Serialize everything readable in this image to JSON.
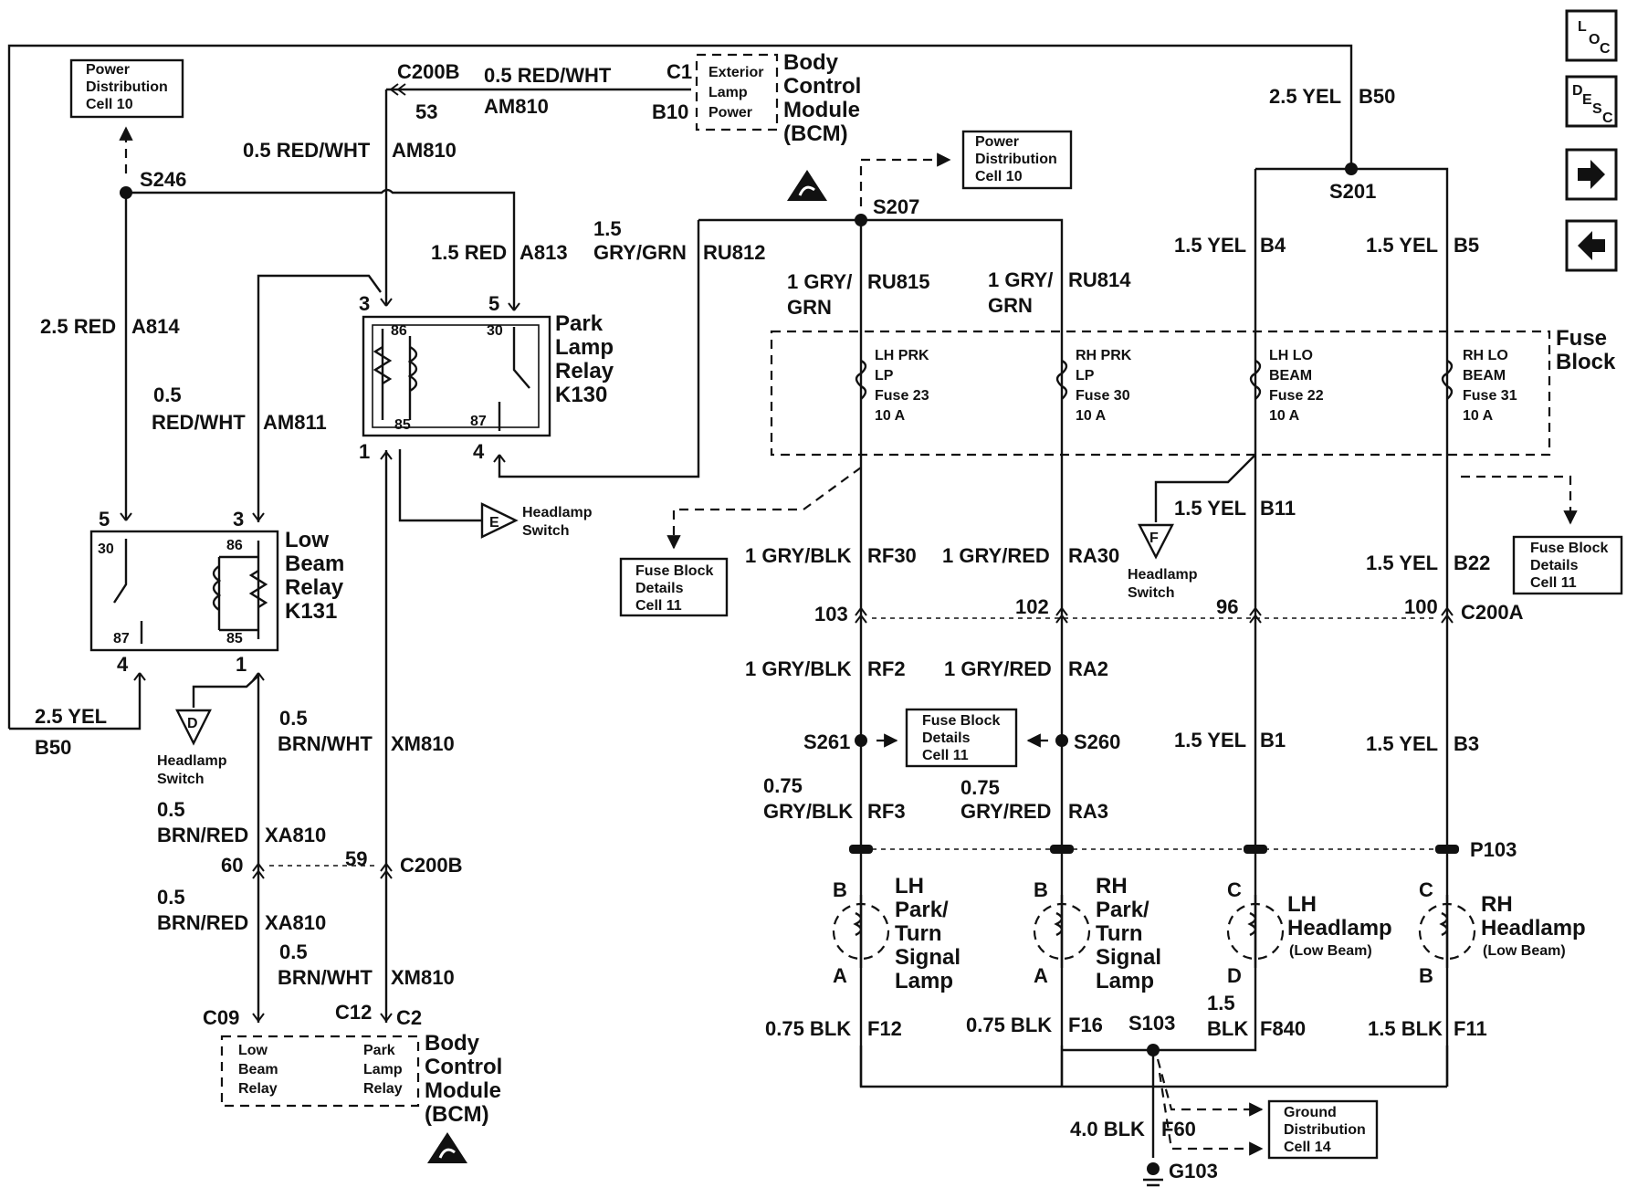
{
  "nav": {
    "loc": "LOC",
    "desc": "DESC",
    "next": "→",
    "prev": "←"
  },
  "refs": {
    "pd_cell10": [
      "Power",
      "Distribution",
      "Cell 10"
    ],
    "fb_cell11": [
      "Fuse Block",
      "Details",
      "Cell 11"
    ],
    "gd_cell14": [
      "Ground",
      "Distribution",
      "Cell 14"
    ]
  },
  "bcm": {
    "name": [
      "Body",
      "Control",
      "Module",
      "(BCM)"
    ],
    "ext_lamp": [
      "Exterior",
      "Lamp",
      "Power"
    ],
    "low_beam_relay": [
      "Low",
      "Beam",
      "Relay"
    ],
    "park_lamp_relay": [
      "Park",
      "Lamp",
      "Relay"
    ],
    "pins": {
      "c1": "C1",
      "b10": "B10",
      "c09": "C09",
      "c12": "C12",
      "c2": "C2"
    }
  },
  "connectors": {
    "c200b": "C200B",
    "c200a": "C200A",
    "p103": "P103",
    "c200b_53": "53",
    "c200b_60": "60",
    "c200b_59": "59",
    "c200a_103": "103",
    "c200a_102": "102",
    "c200a_96": "96",
    "c200a_100": "100"
  },
  "splices": {
    "s246": "S246",
    "s207": "S207",
    "s201": "S201",
    "s261": "S261",
    "s260": "S260",
    "s103": "S103",
    "g103": "G103"
  },
  "relays": {
    "park": {
      "name": [
        "Park",
        "Lamp",
        "Relay",
        "K130"
      ],
      "pins": [
        "86",
        "30",
        "85",
        "87"
      ],
      "terms": [
        "3",
        "5",
        "1",
        "4"
      ]
    },
    "low": {
      "name": [
        "Low",
        "Beam",
        "Relay",
        "K131"
      ],
      "pins": [
        "30",
        "86",
        "87",
        "85"
      ],
      "terms": [
        "5",
        "3",
        "4",
        "1"
      ]
    }
  },
  "switches": {
    "e": "E",
    "f": "F",
    "d": "D",
    "name": [
      "Headlamp",
      "Switch"
    ]
  },
  "fuse_block": {
    "title": [
      "Fuse",
      "Block"
    ],
    "fuses": [
      {
        "lines": [
          "LH PRK",
          "LP",
          "Fuse 23",
          "10 A"
        ]
      },
      {
        "lines": [
          "RH PRK",
          "LP",
          "Fuse 30",
          "10 A"
        ]
      },
      {
        "lines": [
          "LH LO",
          "BEAM",
          "Fuse 22",
          "10 A"
        ]
      },
      {
        "lines": [
          "RH LO",
          "BEAM",
          "Fuse 31",
          "10 A"
        ]
      }
    ]
  },
  "lamps": {
    "lh_park": {
      "name": [
        "LH",
        "Park/",
        "Turn",
        "Signal",
        "Lamp"
      ],
      "top": "B",
      "bot": "A"
    },
    "rh_park": {
      "name": [
        "RH",
        "Park/",
        "Turn",
        "Signal",
        "Lamp"
      ],
      "top": "B",
      "bot": "A"
    },
    "lh_head": {
      "name": [
        "LH",
        "Headlamp",
        "(Low Beam)"
      ],
      "top": "C",
      "bot": "D"
    },
    "rh_head": {
      "name": [
        "RH",
        "Headlamp",
        "(Low Beam)"
      ],
      "top": "C",
      "bot": "B"
    }
  },
  "wires": {
    "red_wht_am810_top": "0.5 RED/WHT",
    "am810": "AM810",
    "red_wht_am810_l": "0.5 RED/WHT",
    "am810_l": "AM810",
    "yel_b50_top": "2.5 YEL",
    "b50_top": "B50",
    "red_a813": "1.5 RED",
    "a813": "A813",
    "gry_grn_ru812_a": "1.5",
    "gry_grn_ru812_b": "GRY/GRN",
    "ru812": "RU812",
    "red_a814": "2.5 RED",
    "a814": "A814",
    "am811_a": "0.5",
    "am811_b": "RED/WHT",
    "am811": "AM811",
    "ru815_a": "1 GRY/",
    "ru815_b": "GRN",
    "ru815": "RU815",
    "ru814_a": "1 GRY/",
    "ru814_b": "GRN",
    "ru814": "RU814",
    "b4_a": "1.5 YEL",
    "b4": "B4",
    "b5_a": "1.5 YEL",
    "b5": "B5",
    "b11_a": "1.5 YEL",
    "b11": "B11",
    "rf30_a": "1 GRY/BLK",
    "rf30": "RF30",
    "ra30_a": "1 GRY/RED",
    "ra30": "RA30",
    "b22_a": "1.5 YEL",
    "b22": "B22",
    "rf2_a": "1 GRY/BLK",
    "rf2": "RF2",
    "ra2_a": "1 GRY/RED",
    "ra2": "RA2",
    "b1_a": "1.5 YEL",
    "b1": "B1",
    "b3_a": "1.5 YEL",
    "b3": "B3",
    "rf3_a": "0.75",
    "rf3_b": "GRY/BLK",
    "rf3": "RF3",
    "ra3_a": "0.75",
    "ra3_b": "GRY/RED",
    "ra3": "RA3",
    "f12_a": "0.75 BLK",
    "f12": "F12",
    "f16_a": "0.75 BLK",
    "f16": "F16",
    "f840_a": "1.5",
    "f840_b": "BLK",
    "f840": "F840",
    "f11_a": "1.5 BLK",
    "f11": "F11",
    "f60_a": "4.0 BLK",
    "f60": "F60",
    "yel_b50_bl_a": "2.5 YEL",
    "yel_b50_bl": "B50",
    "xm810_a": "0.5",
    "xm810_b": "BRN/WHT",
    "xm810": "XM810",
    "xa810_a": "0.5",
    "xa810_b": "BRN/RED",
    "xa810": "XA810",
    "xa810_2a": "0.5",
    "xa810_2b": "BRN/RED",
    "xa810_2": "XA810",
    "xm810_2a": "0.5",
    "xm810_2b": "BRN/WHT",
    "xm810_2": "XM810"
  }
}
